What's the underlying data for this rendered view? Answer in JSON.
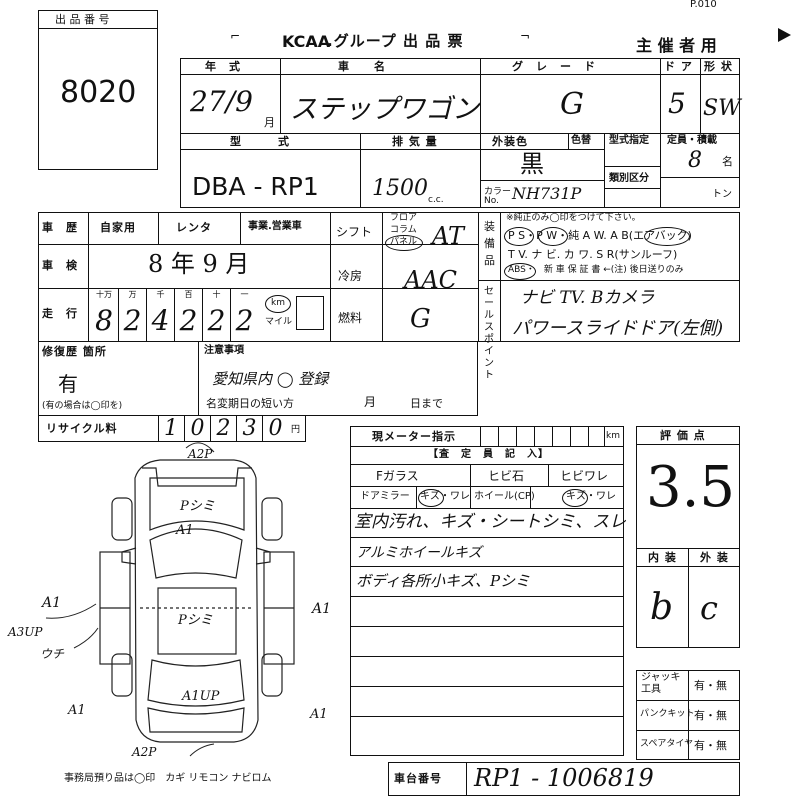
{
  "header": {
    "lot_label": "出 品 番 号",
    "lot_number": "8020",
    "title_brand": "KCAA",
    "title_rest": ".グループ 出 品 票",
    "organizer": "主 催 者 用",
    "page_code": "P.010"
  },
  "row_year": {
    "year_label": "年　式",
    "name_label": "車　　名",
    "grade_label": "グ　レ　ー　ド",
    "doors_label": "ド ア",
    "shape_label": "形 状",
    "year_value": "27/9",
    "month_unit": "月",
    "name_value": "ステップワゴン",
    "grade_value": "G",
    "doors_value": "5",
    "shape_value": "SW"
  },
  "row_type": {
    "type_label": "型　　　式",
    "displacement_label": "排 気 量",
    "exterior_color_label": "外装色",
    "color_change_label": "色替",
    "type_designation_label": "型式指定",
    "classification_label": "類別区分",
    "capacity_label": "定員・積載",
    "type_value": "DBA - RP1",
    "displacement_value": "1500",
    "cc_unit": "c.c.",
    "color_value": "黒",
    "color_no_label": "カラー No.",
    "color_no_value": "NH731P",
    "capacity_value": "8",
    "capacity_unit": "名",
    "tons_unit": "トン"
  },
  "history": {
    "history_label": "車　歴",
    "private_label": "自家用",
    "rental_label": "レンタ",
    "business_label": "事業.営業車",
    "inspection_label": "車　検",
    "inspection_value": "8 年 9 月",
    "mileage_label": "走　行",
    "digit_labels": [
      "十万",
      "万",
      "千",
      "百",
      "十",
      "一"
    ],
    "mileage_digits": [
      "8",
      "2",
      "4",
      "2",
      "2",
      "2"
    ],
    "km_label": "km",
    "mile_label": "マイル"
  },
  "drivetrain": {
    "shift_label": "シフト",
    "floor_label": "フロア",
    "column_label": "コラム",
    "panel_label": "パネル",
    "shift_value": "AT",
    "ac_label": "冷房",
    "ac_value": "AAC",
    "fuel_label": "燃料",
    "fuel_value": "G"
  },
  "equipment": {
    "section_label": "装備品",
    "note": "※純正のみ◯印をつけて下さい。",
    "line1": "P S・P W・純 A W. A B(エアバック)",
    "line2": "T V. ナ ビ. カ ワ. S R(サンルーフ)",
    "line3": "ABS・　新 車 保 証 書 ←(注) 後日送りのみ",
    "sales_point_label": "セールスポイント",
    "sales_point_1": "ナビ TV. Bカメラ",
    "sales_point_2": "パワースライドドア(左側)"
  },
  "repair": {
    "label": "修復歴 箇所",
    "value": "有",
    "note": "(有の場合は◯印を)",
    "notice_label": "注意事項",
    "notice_value": "愛知県内 ◯ 登録",
    "name_change_label": "名変期日の短い方",
    "month_label": "月",
    "day_label": "日まで",
    "recycle_label": "リサイクル料",
    "recycle_digits": [
      "1",
      "0",
      "2",
      "3",
      "0"
    ],
    "yen_label": "円"
  },
  "inspection": {
    "meter_label": "現メーター指示",
    "km_label": "km",
    "inspector_label": "【査　定　員　記　入】",
    "fglass_label": "Fガラス",
    "chip_label": "ヒビ石",
    "crack_label": "ヒビワレ",
    "mirror_label": "ドアミラー",
    "mirror_value": "キズ・ワレ",
    "wheel_label": "ホイール(CP)",
    "wheel_value": "キズ・ワレ",
    "note_1": "室内汚れ、キズ・シートシミ、スレ",
    "note_2": "アルミホイールキズ",
    "note_3": "ボディ各所小キズ、Pシミ"
  },
  "score": {
    "label": "評 価 点",
    "value": "3.5",
    "interior_label": "内 装",
    "exterior_label": "外 装",
    "interior_value": "b",
    "exterior_value": "c"
  },
  "tools": {
    "jack_label": "ジャッキ工具",
    "puncture_label": "パンクキット",
    "spare_label": "スペアタイヤ",
    "option": "有・無"
  },
  "footer": {
    "office_note": "事務局預り品は◯印　カギ リモコン ナビロム",
    "chassis_label": "車台番号",
    "chassis_value": "RP1 - 1006819"
  },
  "diagram": {
    "marks": [
      "A2P",
      "Pシミ",
      "A1",
      "A1",
      "A1",
      "A3UP",
      "ウチ",
      "Pシミ",
      "A1UP",
      "A1",
      "A1",
      "A2P"
    ]
  }
}
